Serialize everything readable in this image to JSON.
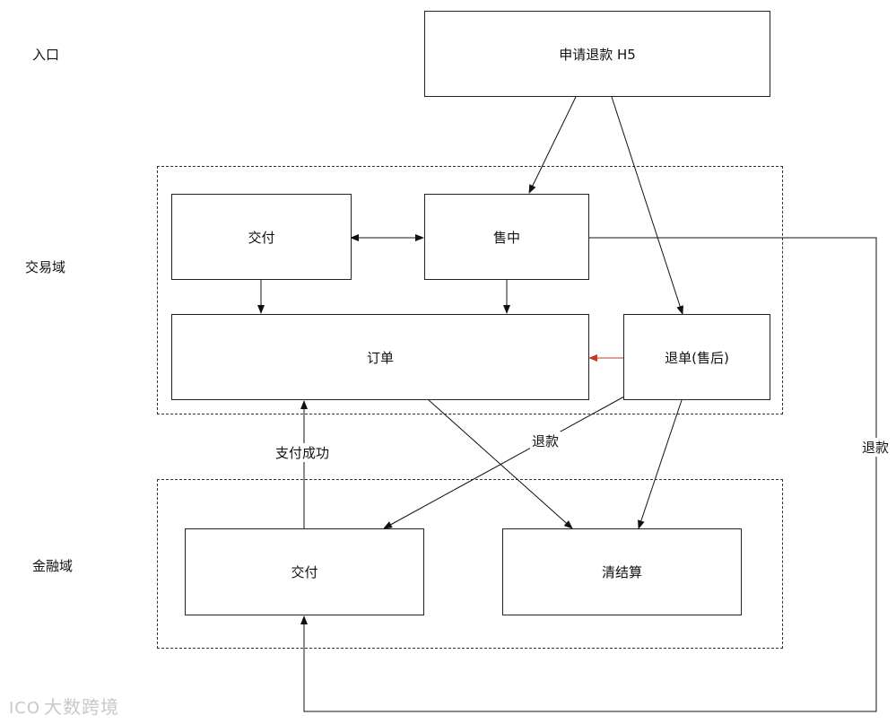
{
  "lanes": {
    "entry": "入口",
    "trade": "交易域",
    "finance": "金融域"
  },
  "boxes": {
    "refund_h5": "申请退款 H5",
    "delivery_trade": "交付",
    "in_sale": "售中",
    "order": "订单",
    "return_order": "退单(售后)",
    "delivery_finance": "交付",
    "settlement": "清结算"
  },
  "edge_labels": {
    "pay_success": "支付成功",
    "refund_mid": "退款",
    "refund_right": "退款"
  },
  "colors": {
    "line": "#111111",
    "red_arrow": "#c0392b"
  },
  "watermark": {
    "logo": "ICO",
    "text": "大数跨境"
  }
}
